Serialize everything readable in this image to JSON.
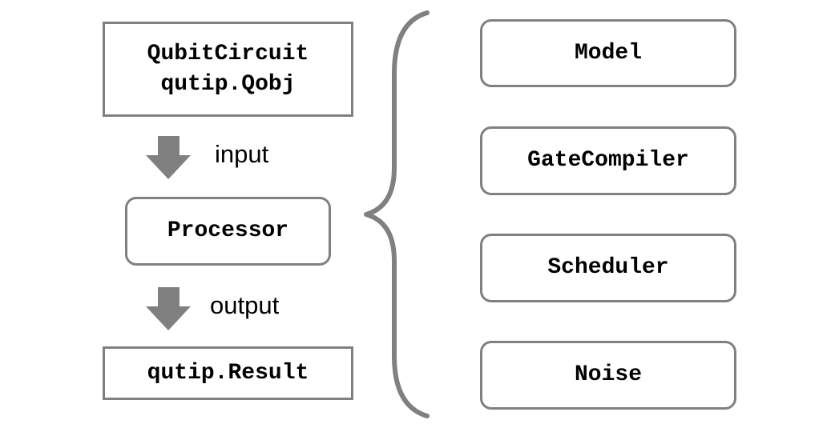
{
  "left_flow": {
    "input_box": {
      "line1": "QubitCircuit",
      "line2": "qutip.Qobj"
    },
    "input_label": "input",
    "processor_box": "Processor",
    "output_label": "output",
    "output_box": "qutip.Result"
  },
  "components": [
    {
      "label": "Model"
    },
    {
      "label": "GateCompiler"
    },
    {
      "label": "Scheduler"
    },
    {
      "label": "Noise"
    }
  ],
  "colors": {
    "stroke": "#808080",
    "text": "#000000",
    "background": "#ffffff"
  }
}
